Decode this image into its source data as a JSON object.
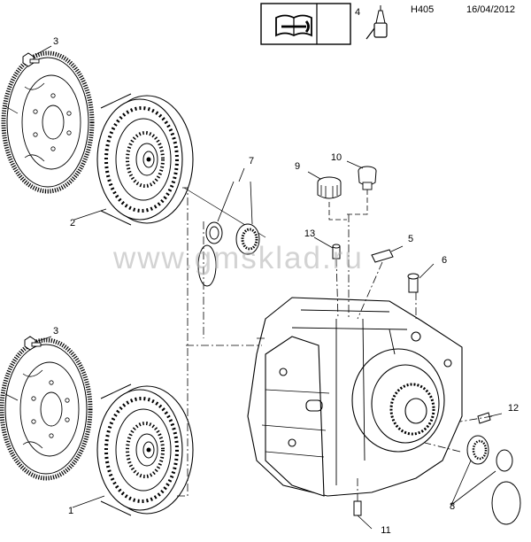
{
  "header": {
    "doc_code": "H405",
    "date": "16/04/2012",
    "note_number": "4",
    "icons": [
      "service-manual-icon",
      "oil-can-icon"
    ]
  },
  "watermark": "www.gmsklad.ru",
  "callouts": [
    "3",
    "2",
    "3",
    "1",
    "7",
    "9",
    "10",
    "13",
    "5",
    "6",
    "12",
    "8",
    "11"
  ],
  "colors": {
    "line": "#000000",
    "watermark": "#b0b0b0"
  }
}
